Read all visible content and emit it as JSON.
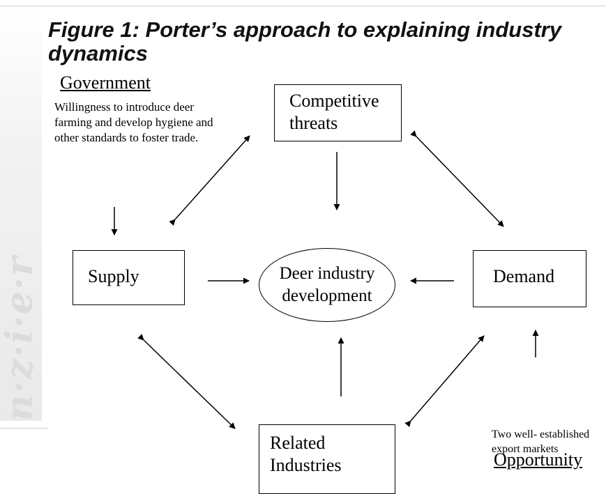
{
  "figure": {
    "title": "Figure 1: Porter’s approach to explaining industry dynamics"
  },
  "watermark": {
    "text": "n·z·i·e·r"
  },
  "labels": {
    "government": "Government",
    "opportunity": "Opportunity"
  },
  "notes": {
    "government": "Willingness to introduce deer farming and develop hygiene and other standards to foster trade.",
    "opportunity": "Two well-\nestablished\nexport markets"
  },
  "nodes": {
    "competitive_threats": "Competitive\nthreats",
    "supply": "Supply",
    "demand": "Demand",
    "related_industries": "Related\nIndustries",
    "center": "Deer industry\ndevelopment"
  }
}
